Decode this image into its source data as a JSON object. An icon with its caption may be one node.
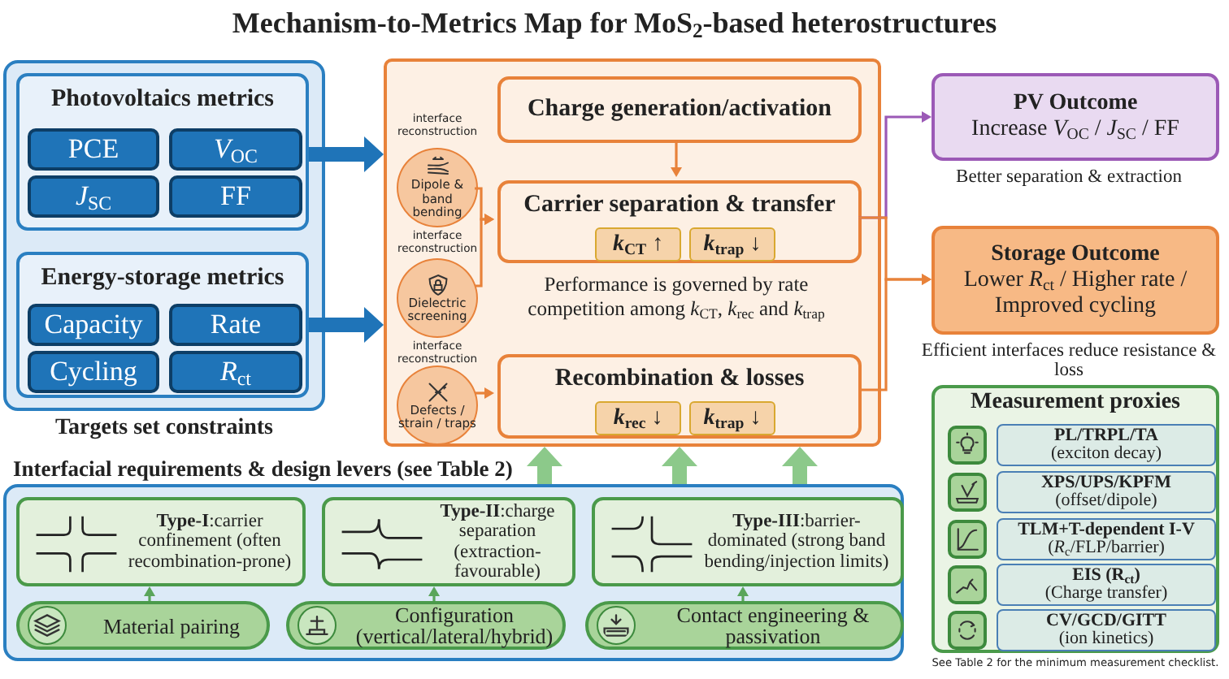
{
  "diagram": {
    "title": "Mechanism-to-Metrics Map for MoS$_{2}$-based heterostructures",
    "nodes": [
      {
        "text": [
          "Targets set constraints"
        ]
      },
      {
        "text": [
          "Photovoltaics metrics"
        ],
        "in": 0
      },
      {
        "text": [
          "PCE"
        ],
        "in": 1
      },
      {
        "text": [
          "*V*$_{OC}$"
        ],
        "in": 1
      },
      {
        "text": [
          "*J*$_{SC}$"
        ],
        "in": 1
      },
      {
        "text": [
          "FF"
        ],
        "in": 1
      },
      {
        "text": [
          "Energy-storage metrics"
        ],
        "in": 0
      },
      {
        "text": [
          "Capacity"
        ],
        "in": 6
      },
      {
        "text": [
          "Rate"
        ],
        "in": 6
      },
      {
        "text": [
          "Cycling"
        ],
        "in": 6
      },
      {
        "text": [
          "*R*$_{ct}$"
        ],
        "in": 6
      },
      {
        "text": [],
        "shape": "box"
      },
      {
        "text": [
          "interface reconstruction",
          "Dipole & band bending"
        ],
        "in": 11
      },
      {
        "text": [
          "interface reconstruction",
          "Dielectric screening"
        ],
        "in": 11
      },
      {
        "text": [
          "interface reconstruction",
          "Defects / strain / traps"
        ],
        "in": 11
      },
      {
        "text": [
          "Charge generation/activation"
        ],
        "in": 11
      },
      {
        "text": [
          "Carrier separation & transfer"
        ],
        "in": 11
      },
      {
        "text": [
          "*k*$_{CT}$ ↑"
        ],
        "in": 16
      },
      {
        "text": [
          "*k*$_{trap}$ ↓"
        ],
        "in": 16
      },
      {
        "text": [
          "Recombination & losses"
        ],
        "in": 11
      },
      {
        "text": [
          "*k*$_{rec}$ ↓"
        ],
        "in": 19
      },
      {
        "text": [
          "*k*$_{trap}$ ↓"
        ],
        "in": 19
      },
      {
        "text": [
          "PV Outcome",
          "Increase *V*$_{OC}$ / *J*$_{SC}$ / FF"
        ],
        "beside": [
          "Better separation & extraction"
        ]
      },
      {
        "text": [
          "Storage Outcome",
          "Lower *R*$_{ct}$ / Higher rate / Improved cycling"
        ],
        "beside": [
          "Efficient interfaces reduce resistance & loss"
        ]
      },
      {
        "text": [
          "Measurement proxies"
        ]
      },
      {
        "text": [],
        "shape": "box",
        "in": 24
      },
      {
        "text": [
          "PL/TRPL/TA",
          "(exciton decay)"
        ],
        "in": 24
      },
      {
        "text": [],
        "shape": "box",
        "in": 24
      },
      {
        "text": [
          "XPS/UPS/KPFM",
          "(offset/dipole)"
        ],
        "in": 24
      },
      {
        "text": [],
        "shape": "box",
        "in": 24
      },
      {
        "text": [
          "TLM+T-dependent I-V",
          "(*R*$_{c}$/FLP/barrier)"
        ],
        "in": 24
      },
      {
        "text": [],
        "shape": "box",
        "in": 24
      },
      {
        "text": [
          "EIS (R$_{ct}$)",
          "(Charge transfer)"
        ],
        "in": 24
      },
      {
        "text": [],
        "shape": "box",
        "in": 24
      },
      {
        "text": [
          "CV/GCD/GITT",
          "(ion kinetics)"
        ],
        "in": 24
      },
      {
        "text": [
          "Interfacial requirements & design levers (see Table 2)"
        ]
      },
      {
        "text": [
          "**Type-I**:carrier confinement (often recombination-prone)"
        ],
        "in": 35
      },
      {
        "text": [
          "**Type-II**:charge separation (extraction-favourable)"
        ],
        "in": 35
      },
      {
        "text": [
          "**Type-III**:barrier-dominated (strong band bending/injection limits)"
        ],
        "in": 35
      },
      {
        "text": [
          "Material pairing"
        ],
        "in": 35
      },
      {
        "text": [
          "Configuration (vertical/lateral/hybrid)"
        ],
        "in": 35
      },
      {
        "text": [
          "Contact engineering & passivation"
        ],
        "in": 35
      }
    ],
    "edges": [
      {
        "from": 1,
        "to": 11,
        "arrow": "to",
        "style": "thick",
        "color": "#1f74b8"
      },
      {
        "from": 6,
        "to": 11,
        "arrow": "to",
        "style": "thick",
        "color": "#1f74b8"
      },
      {
        "from": 15,
        "to": 16,
        "arrow": "to"
      },
      {
        "from": 12,
        "to": 16,
        "arrow": "to"
      },
      {
        "from": 13,
        "to": 16,
        "arrow": "to"
      },
      {
        "from": 14,
        "to": 19,
        "arrow": "to"
      },
      {
        "from": 16,
        "to": 22,
        "arrow": "to",
        "color": "#9b59b6"
      },
      {
        "from": 16,
        "to": 23,
        "arrow": "to"
      },
      {
        "from": 19,
        "to": 23,
        "arrow": "to"
      },
      {
        "from": 35,
        "to": 11,
        "arrow": "to",
        "style": "thick",
        "color": "#8cc98a"
      },
      {
        "from": 35,
        "to": 11,
        "arrow": "to",
        "style": "thick",
        "color": "#8cc98a"
      },
      {
        "from": 35,
        "to": 11,
        "arrow": "to",
        "style": "thick",
        "color": "#8cc98a"
      },
      {
        "from": 39,
        "to": 36,
        "arrow": "to",
        "color": "#5aa55a"
      },
      {
        "from": 40,
        "to": 37,
        "arrow": "to",
        "color": "#5aa55a"
      },
      {
        "from": 41,
        "to": 38,
        "arrow": "to",
        "color": "#5aa55a"
      }
    ],
    "labels": [
      "Performance is governed by rate competition among *k*$_{CT}$, *k*$_{rec}$ and *k*$_{trap}$",
      "See Table 2 for the minimum measurement checklist."
    ]
  }
}
